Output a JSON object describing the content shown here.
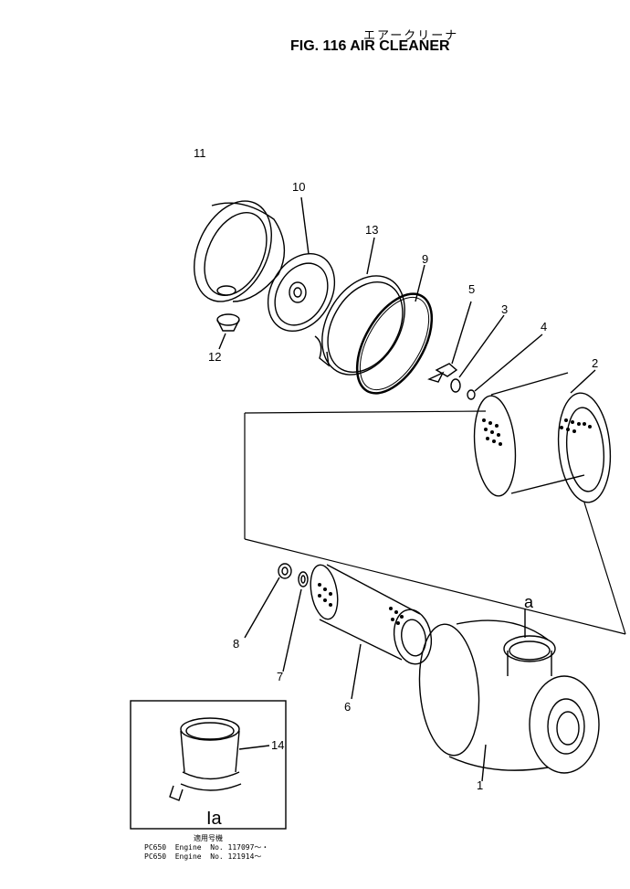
{
  "header": {
    "title_jp": "エアークリーナ",
    "title": "FIG. 116  AIR CLEANER"
  },
  "parts": [
    {
      "num": "11"
    },
    {
      "num": "10"
    },
    {
      "num": "13"
    },
    {
      "num": "9"
    },
    {
      "num": "5"
    },
    {
      "num": "3"
    },
    {
      "num": "4"
    },
    {
      "num": "2"
    },
    {
      "num": "12"
    },
    {
      "num": "8"
    },
    {
      "num": "7"
    },
    {
      "num": "6"
    },
    {
      "num": "1"
    },
    {
      "num": "14"
    }
  ],
  "labels": {
    "a": "a",
    "inset": "Ia"
  },
  "footnote": {
    "jp": "適用号機",
    "line1": "PC650  Engine  No. 117097～・",
    "line2": "PC650  Engine  No. 121914～"
  }
}
